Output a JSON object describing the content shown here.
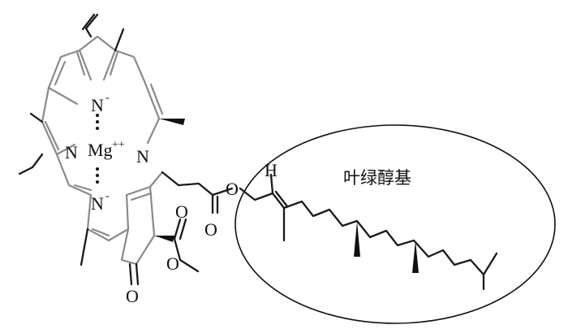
{
  "structure": {
    "metal": "Mg",
    "metal_charge": "++",
    "nitrogen": "N",
    "nitrogen_charge": "-",
    "oxygen": "O",
    "hydrogen": "H"
  },
  "annotation": {
    "label": "叶绿醇基"
  }
}
